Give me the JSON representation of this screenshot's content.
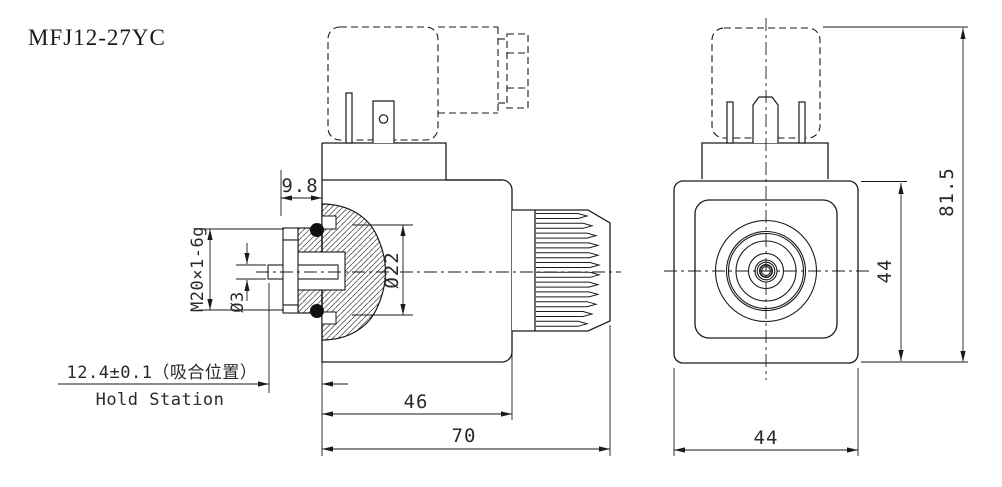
{
  "drawing": {
    "title": "MFJ12-27YC"
  },
  "front_view": {
    "dims": {
      "flange_offset": "9.8",
      "thread": "M20×1-6g",
      "pin_diameter": "Ø3",
      "tube_diameter": "Ø22",
      "hold_station_value": "12.4±0.1（吸合位置）",
      "hold_station_label": "Hold Station",
      "coil_length": "46",
      "overall_length": "70"
    }
  },
  "side_view": {
    "dims": {
      "face_height": "44",
      "overall_height": "81.5",
      "face_width": "44"
    }
  },
  "colors": {
    "line": "#1a1a1a",
    "background": "#ffffff"
  }
}
